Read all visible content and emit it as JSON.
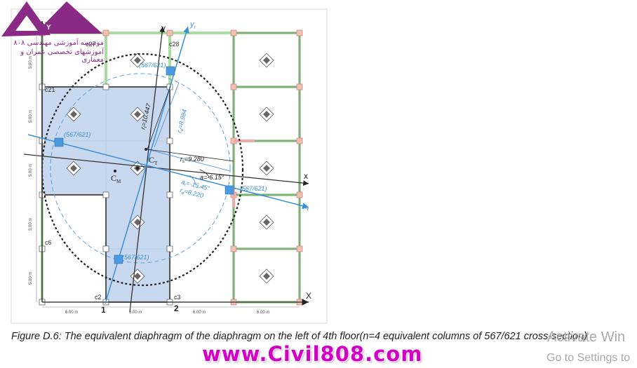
{
  "caption": "Figure D.6: The equivalent diaphragm of the diaphragm on the left of 4th floor(n=4 equivalent columns of 567/621 cross-section)",
  "watermark": "www.Civil808.com",
  "os_overlay": {
    "line1": "Activate Win",
    "line2": "Go to Settings to"
  },
  "logo": {
    "letter": "Y",
    "line1": "موسسه آموزشی مهندسی ۸۰۸",
    "line2": "آموزشهای تخصصی عمران و معماری"
  },
  "diagram": {
    "column_labels": [
      "c27",
      "c28",
      "c21",
      "c6",
      "c2",
      "c3"
    ],
    "grid_markers": [
      "1",
      "2"
    ],
    "axis_labels": {
      "x": "x",
      "y": "y",
      "X": "X",
      "Y": "Y",
      "xr": "x",
      "xr_sub": "r",
      "yr": "y",
      "yr_sub": "r"
    },
    "center_labels": {
      "ct": "C",
      "ct_sub": "T",
      "cm": "C",
      "cm_sub": "M"
    },
    "section_label": "(567/621)",
    "dims": {
      "rt": "r",
      "rt_sub": "t",
      "rt_val": "=10.447",
      "rd": "r",
      "rd_sub": "d",
      "rd_val": "=8.984",
      "rs": "r",
      "rs_sub": "s",
      "rs_val": "=9.280",
      "rd2": "r",
      "rd2_sub": "d",
      "rd2_val": "=8.220",
      "a": "a=-6.15°",
      "ar": "a",
      "ar_sub": "r",
      "ar_val": "=-15.45°"
    },
    "bottom_dims": [
      "6.00 m",
      "6.00 m",
      "6.00 m",
      "6.00 m"
    ],
    "left_dims": [
      "5.00 m",
      "5.00 m",
      "5.00 m",
      "5.00 m",
      "5.00 m"
    ]
  },
  "colors": {
    "blue": "#3a8fd6",
    "fill": "#c8d8ee",
    "green": "#a8dfa0",
    "joint": "#f2c0b0",
    "magenta": "#d400c8"
  }
}
